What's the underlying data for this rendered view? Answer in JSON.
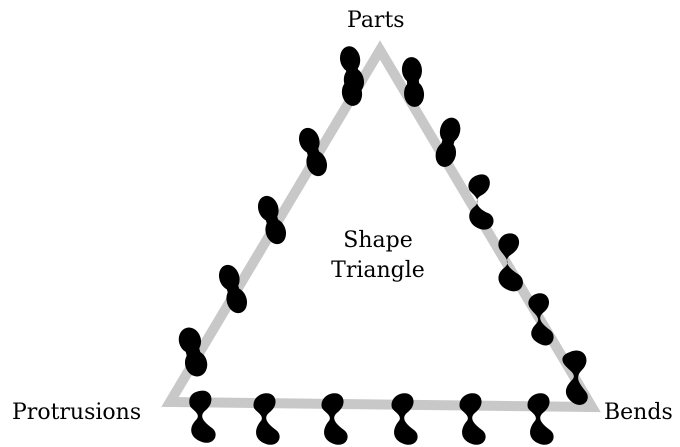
{
  "labels": {
    "top": "Parts",
    "left": "Protrusions",
    "right": "Bends",
    "center_line1": "Shape",
    "center_line2": "Triangle"
  },
  "colors": {
    "triangle_edge": "#c8c8c8",
    "shape_fill": "#000000",
    "background": "#ffffff"
  }
}
